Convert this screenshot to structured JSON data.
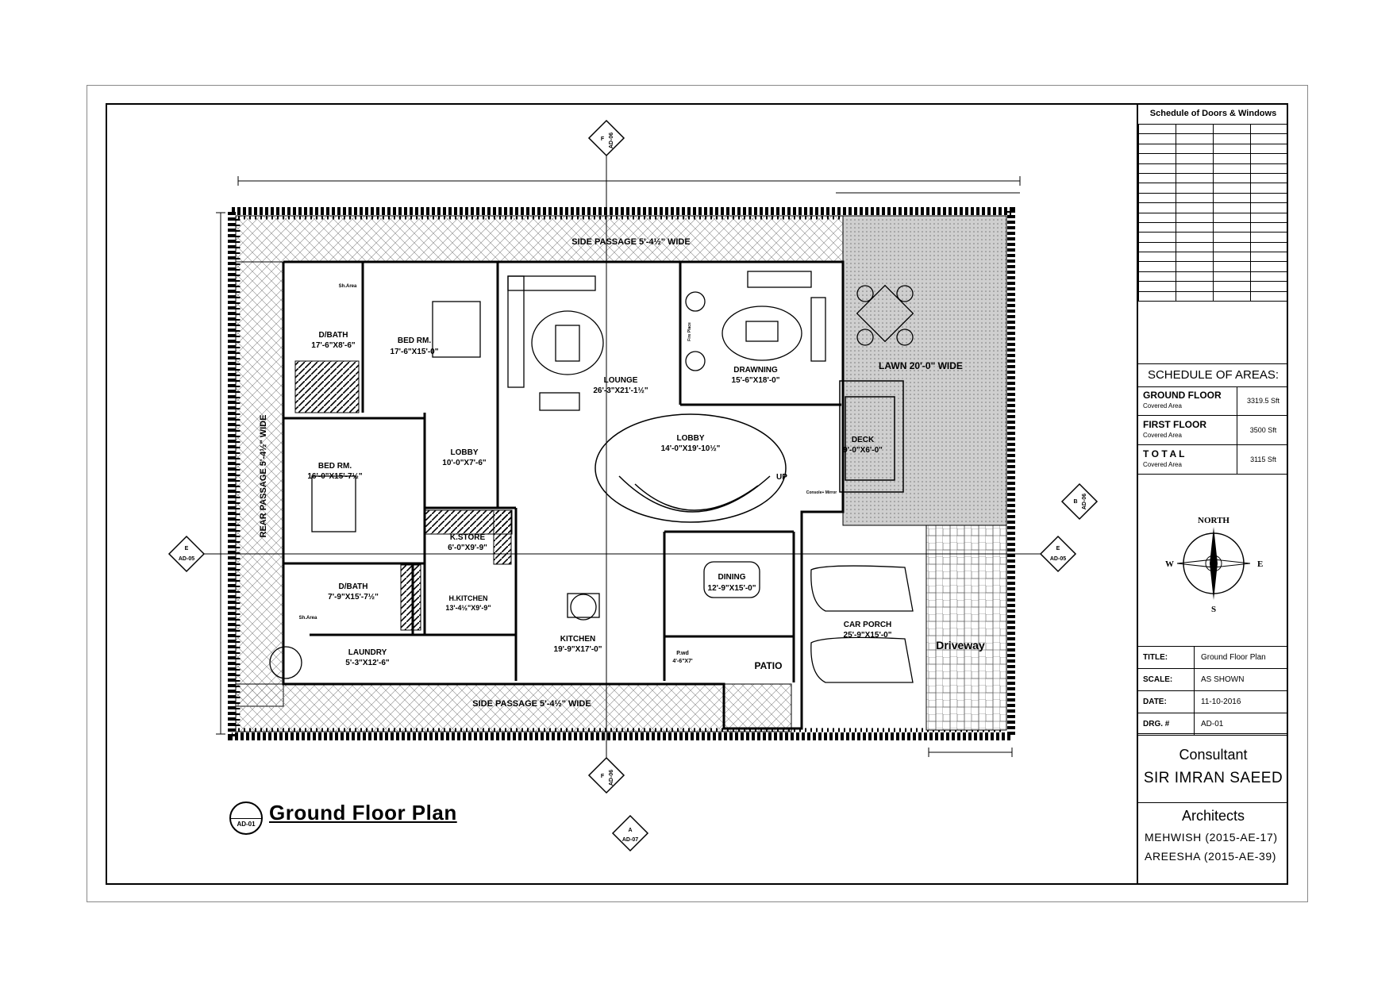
{
  "drawing": {
    "title": "Ground Floor Plan",
    "title_ref": "AD-01"
  },
  "rooms": {
    "side_passage_top": "SIDE  PASSAGE  5'-4½\"  WIDE",
    "side_passage_bottom": "SIDE  PASSAGE  5'-4½\"  WIDE",
    "rear_passage": "REAR  PASSAGE  5'-4½\"  WIDE",
    "lawn": "LAWN  20'-0\"  WIDE",
    "sh_area": "Sh.Area",
    "sh_area2": "Sh.Area",
    "dbath1_name": "D/BATH",
    "dbath1_dim": "17'-6\"X8'-6\"",
    "bed1_name": "BED RM.",
    "bed1_dim": "17'-6\"X15'-0\"",
    "lounge_name": "LOUNGE",
    "lounge_dim": "26'-3\"X21'-1½\"",
    "drawing_name": "DRAWNING",
    "drawing_dim": "15'-6\"X18'-0\"",
    "bed2_name": "BED RM.",
    "bed2_dim": "16'-0\"X15'-7½\"",
    "lobby1_name": "LOBBY",
    "lobby1_dim": "10'-0\"X7'-6\"",
    "lobby2_name": "LOBBY",
    "lobby2_dim": "14'-0\"X19'-10½\"",
    "deck_name": "DECK",
    "deck_dim": "9'-0\"X6'-0\"",
    "kstore_name": "K.STORE",
    "kstore_dim": "6'-0\"X9'-9\"",
    "dbath2_name": "D/BATH",
    "dbath2_dim": "7'-9\"X15'-7½\"",
    "hkitchen_name": "H.KITCHEN",
    "hkitchen_dim": "13'-4½\"X9'-9\"",
    "kitchen_name": "KITCHEN",
    "kitchen_dim": "19'-9\"X17'-0\"",
    "dining_name": "DINING",
    "dining_dim": "12'-9\"X15'-0\"",
    "carporch_name": "CAR PORCH",
    "carporch_dim": "25'-9\"X15'-0\"",
    "laundry_name": "LAUNDRY",
    "laundry_dim": "5'-3\"X12'-6\"",
    "patio_name": "PATIO",
    "pwd_name": "P.wd",
    "pwd_dim": "4'-6\"X7'",
    "driveway": "Driveway",
    "up": "UP",
    "fire_place": "Fire Place",
    "console": "Console+ Mirror"
  },
  "section_markers": {
    "top": {
      "letter": "F",
      "sheet": "AD-06"
    },
    "bottom": {
      "letter": "F",
      "sheet": "AD-06"
    },
    "left": {
      "letter": "E",
      "sheet": "AD-05"
    },
    "right": {
      "letter": "E",
      "sheet": "AD-05"
    },
    "right_upper": {
      "letter": "B",
      "sheet": "AD-06"
    },
    "elevation": {
      "letter": "A",
      "sheet": "AD-07"
    }
  },
  "title_block": {
    "schedule_title": "Schedule of Doors & Windows",
    "areas_title": "SCHEDULE OF AREAS:",
    "areas": [
      {
        "label": "GROUND FLOOR",
        "sub": "Covered Area",
        "value": "3319.5 Sft"
      },
      {
        "label": "FIRST FLOOR",
        "sub": "Covered Area",
        "value": "3500 Sft"
      },
      {
        "label": "T O T A L",
        "sub": "Covered Area",
        "value": "3115 Sft"
      }
    ],
    "compass": {
      "north": "NORTH",
      "south": "S",
      "east": "E",
      "west": "W"
    },
    "info": [
      {
        "key": "TITLE:",
        "value": "Ground Floor Plan"
      },
      {
        "key": "SCALE:",
        "value": "AS SHOWN"
      },
      {
        "key": "DATE:",
        "value": "11-10-2016"
      },
      {
        "key": "DRG. #",
        "value": "AD-01"
      }
    ],
    "consultant_label": "Consultant",
    "consultant_name": "SIR IMRAN SAEED",
    "architects_label": "Architects",
    "architect_1": "MEHWISH (2015-AE-17)",
    "architect_2": "AREESHA (2015-AE-39)"
  }
}
